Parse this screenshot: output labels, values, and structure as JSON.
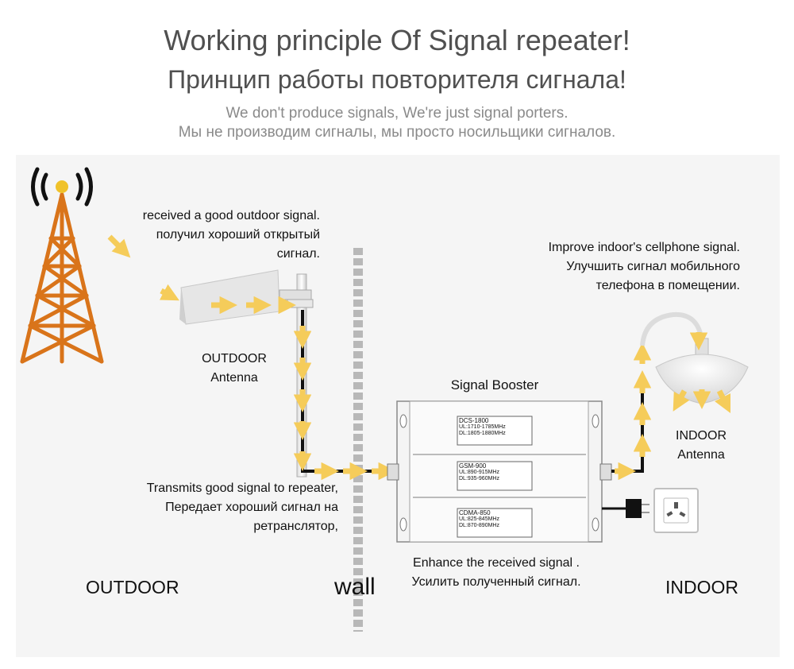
{
  "header": {
    "title_en": "Working principle Of Signal repeater!",
    "title_ru": "Принцип работы повторителя сигнала!",
    "sub_en": "We don't produce signals, We're just signal porters.",
    "sub_ru": "Мы не производим сигналы, мы просто носильщики сигналов."
  },
  "labels": {
    "outdoor_signal": [
      "received a good outdoor signal.",
      "получил хороший открытый",
      "сигнал."
    ],
    "outdoor_antenna": [
      "OUTDOOR",
      "Antenna"
    ],
    "transmit": [
      "Transmits good signal to repeater,",
      "Передает хороший сигнал на",
      "ретранслятор,"
    ],
    "booster": "Signal Booster",
    "enhance": [
      "Enhance the received signal .",
      "Усилить полученный сигнал."
    ],
    "improve": [
      "Improve indoor's cellphone signal.",
      "Улучшить сигнал мобильного",
      "телефона в помещении."
    ],
    "indoor_antenna": [
      "INDOOR",
      "Antenna"
    ],
    "outdoor": "OUTDOOR",
    "wall": "wall",
    "indoor": "INDOOR"
  },
  "booster_modules": [
    {
      "band": "DCS-1800",
      "ul": "UL:1710-1785MHz",
      "dl": "DL:1805-1880MHz"
    },
    {
      "band": "GSM-900",
      "ul": "UL:890-915MHz",
      "dl": "DL:935-960MHz"
    },
    {
      "band": "CDMA-850",
      "ul": "UL:825-845MHz",
      "dl": "DL:870-890MHz"
    }
  ],
  "colors": {
    "tower": "#d9741a",
    "arrow": "#f5cc5a",
    "wall": "#b8b8b8",
    "cable": "#111111"
  }
}
